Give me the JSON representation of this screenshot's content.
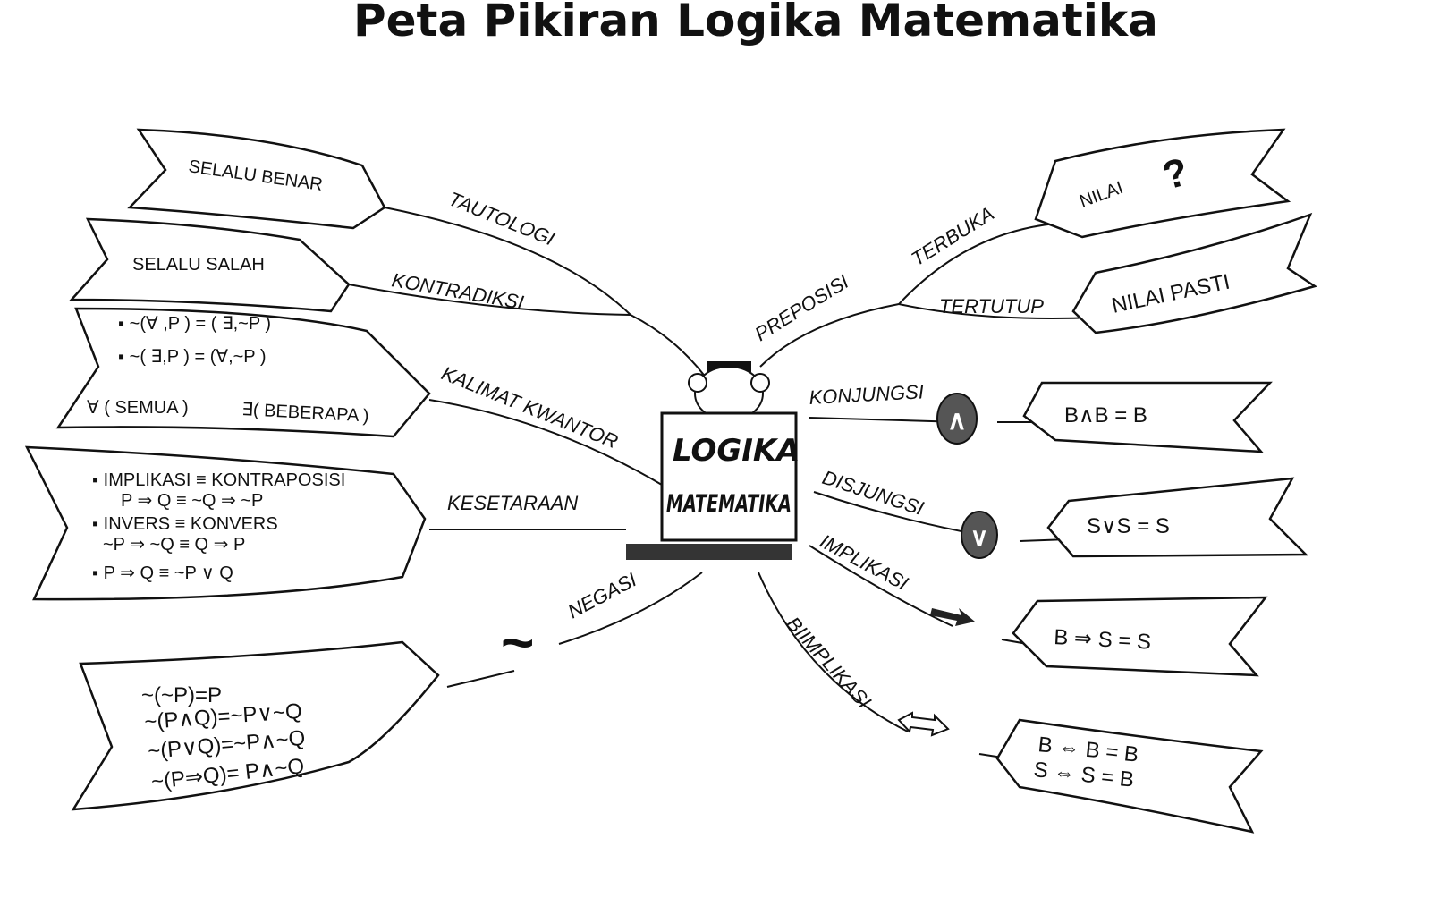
{
  "title": "Peta Pikiran Logika Matematika",
  "center": {
    "line1": "LOGIKA",
    "line2": "MATEMATIKA"
  },
  "branches": {
    "tautologi": {
      "label": "TAUTOLOGI",
      "box": "SELALU BENAR"
    },
    "kontradiksi": {
      "label": "KONTRADIKSI",
      "box": "SELALU SALAH"
    },
    "kuantor": {
      "label": "KALIMAT KWANTOR",
      "lines": [
        "▪ ~(∀ ,P ) = ( ∃,~P )",
        "▪ ~( ∃,P ) = (∀,~P )"
      ],
      "semua": "∀ ( SEMUA )",
      "beberapa": "∃( BEBERAPA )"
    },
    "kesetaraan": {
      "label": "KESETARAAN",
      "lines": [
        "▪ IMPLIKASI ≡ KONTRAPOSISI",
        "P ⇒ Q  ≡  ~Q ⇒ ~P",
        "▪ INVERS  ≡ KONVERS",
        "~P ⇒ ~Q ≡  Q ⇒ P",
        "▪ P ⇒ Q  ≡  ~P ∨ Q"
      ]
    },
    "negasi": {
      "label": "NEGASI",
      "symbol": "~",
      "lines": [
        "~(~P)=P",
        "~(P∧Q)=~P∨~Q",
        "~(P∨Q)=~P∧~Q",
        "~(P⇒Q)= P∧~Q"
      ]
    },
    "preposisi": {
      "label": "PREPOSISI",
      "terbuka": "TERBUKA",
      "terbuka_box": "NILAI",
      "terbuka_symbol": "?",
      "tertutup": "TERTUTUP",
      "tertutup_box": "NILAI PASTI"
    },
    "konjungsi": {
      "label": "KONJUNGSI",
      "symbol": "∧",
      "box": "B∧B = B"
    },
    "disjungsi": {
      "label": "DISJUNGSI",
      "symbol": "∨",
      "box": "S∨S = S"
    },
    "implikasi": {
      "label": "IMPLIKASI",
      "box": "B ⇒ S = S"
    },
    "biimplikasi": {
      "label": "BIIMPLIKASI",
      "box1": "B ⇔ B = B",
      "box2": "S ⇔ S = B"
    }
  }
}
